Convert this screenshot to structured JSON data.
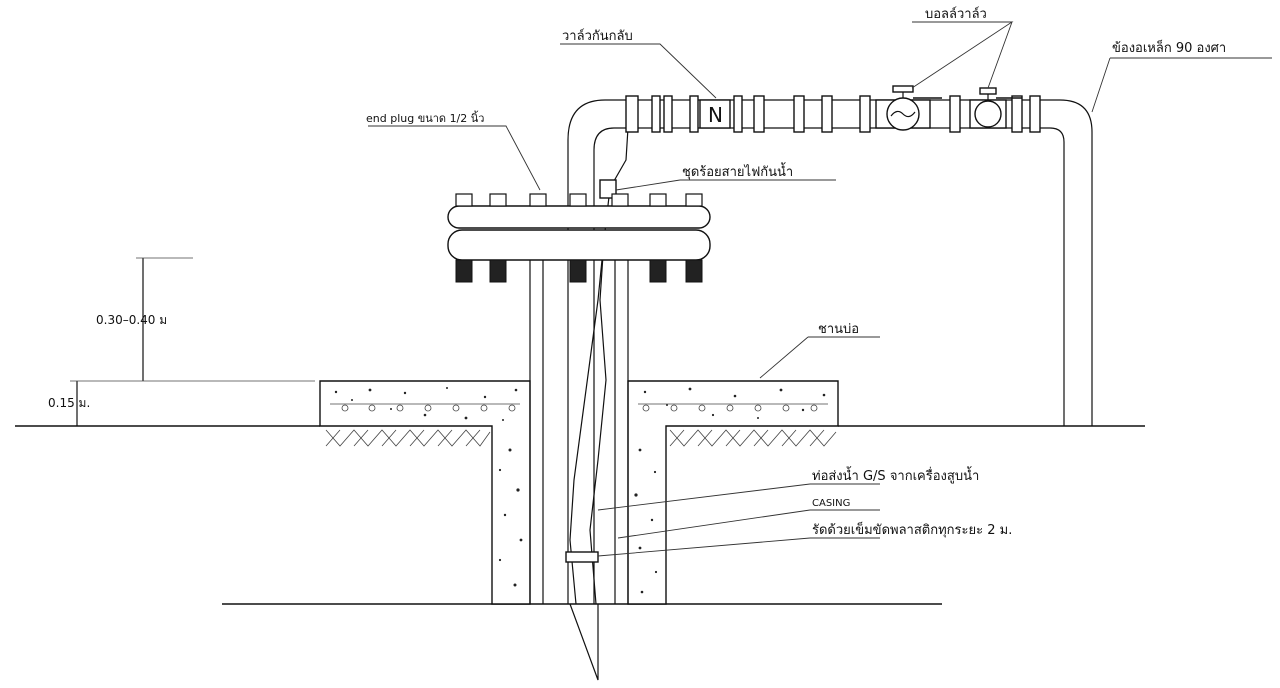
{
  "labels": {
    "check_valve": "วาล์วกันกลับ",
    "ball_valve": "บอลล์วาล์ว",
    "steel_elbow": "ข้องอเหล็ก 90 องศา",
    "end_plug": "end plug ขนาด 1/2 นิ้ว",
    "waterproof_cable_set": "ชุดร้อยสายไฟกันน้ำ",
    "well_apron": "ชานบ่อ",
    "gs_pipe": "ท่อส่งน้ำ G/S จากเครื่องสูบน้ำ",
    "casing": "CASING",
    "plastic_tie": "รัดด้วยเข็มขัดพลาสติกทุกระยะ 2 ม.",
    "check_valve_symbol": "N"
  },
  "dimensions": {
    "flange_height": "0.30–0.40 ม",
    "apron_thickness": "0.15 ม."
  }
}
